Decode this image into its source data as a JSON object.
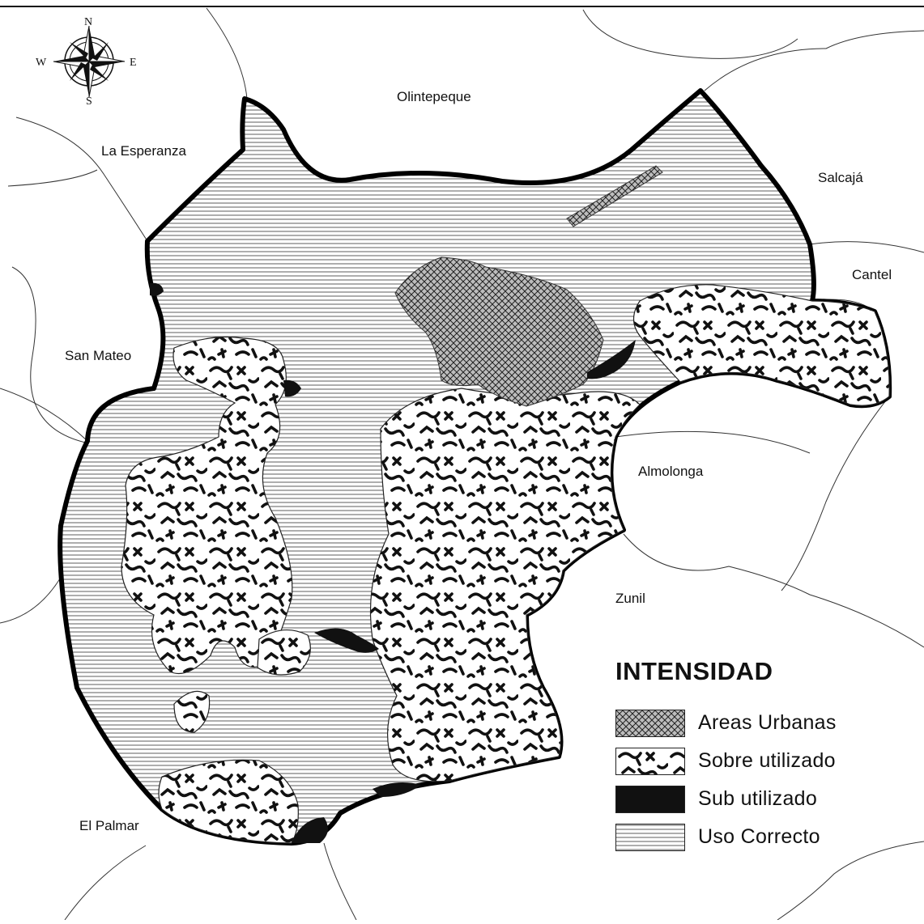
{
  "compass": {
    "north": "N",
    "south": "S",
    "east": "E",
    "west": "W"
  },
  "places": {
    "olintepeque": "Olintepeque",
    "la_esperanza": "La Esperanza",
    "salcaja": "Salcajá",
    "cantel": "Cantel",
    "san_mateo": "San Mateo",
    "almolonga": "Almolonga",
    "zunil": "Zunil",
    "el_palmar": "El Palmar"
  },
  "legend": {
    "title": "INTENSIDAD",
    "items": [
      {
        "label": "Areas Urbanas",
        "pattern": "crosshatch"
      },
      {
        "label": "Sobre utilizado",
        "pattern": "blotch"
      },
      {
        "label": "Sub utilizado",
        "pattern": "solid"
      },
      {
        "label": "Uso Correcto",
        "pattern": "hlines"
      }
    ]
  },
  "colors": {
    "ink": "#111111",
    "paper": "#ffffff",
    "urban_fill": "#9a9a9a"
  }
}
